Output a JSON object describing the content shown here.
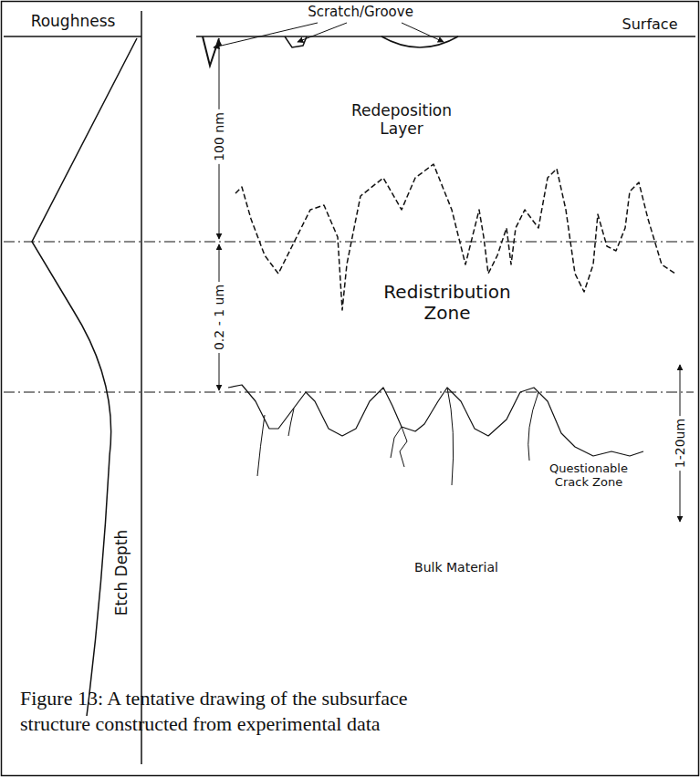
{
  "diagram": {
    "caption": "Figure 13: A tentative drawing of the subsurface structure constructed from experimental data",
    "labels": [
      "Roughness",
      "Scratch/Groove",
      "Surface",
      "Redeposition Layer",
      "100 nm",
      "Redistribution Zone",
      "0.2 - 1 um",
      "1-20um",
      "Questionable Crack Zone",
      "Etch Depth",
      "Bulk Material"
    ]
  }
}
